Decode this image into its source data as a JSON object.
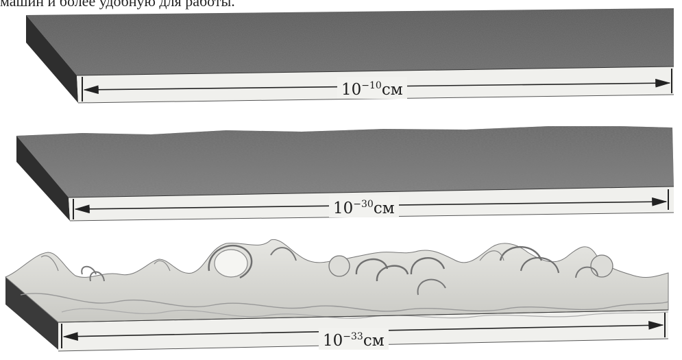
{
  "top_caption": "машин и более удобную для работы.",
  "panels": [
    {
      "base": "10",
      "exponent": "−10",
      "unit": "см"
    },
    {
      "base": "10",
      "exponent": "−30",
      "unit": "см"
    },
    {
      "base": "10",
      "exponent": "−33",
      "unit": "см"
    }
  ]
}
